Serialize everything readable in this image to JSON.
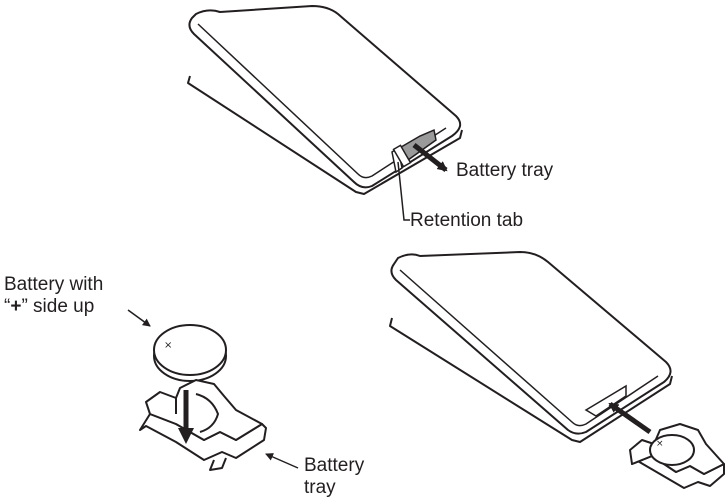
{
  "labels": {
    "battery_tray_top": "Battery tray",
    "retention_tab": "Retention tab",
    "battery_with_line1": "Battery with",
    "battery_with_line2_open": "“",
    "battery_with_plus": "+",
    "battery_with_line2_rest": "” side up",
    "battery_tray_bottom_line1": "Battery",
    "battery_tray_bottom_line2": "tray"
  },
  "symbols": {
    "coin_cell_marker": "×"
  },
  "colors": {
    "ink": "#231f20",
    "fill": "#ffffff",
    "tab_shade": "#9a9a9a"
  }
}
